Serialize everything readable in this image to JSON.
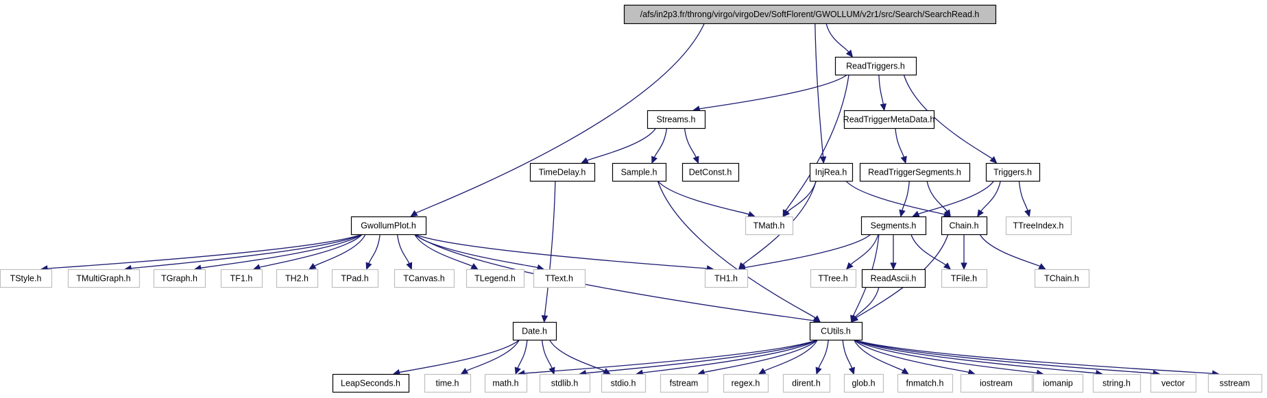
{
  "diagram": {
    "root": "/afs/in2p3.fr/throng/virgo/virgoDev/SoftFlorent/GWOLLUM/v2r1/src/Search/SearchRead.h",
    "colors": {
      "edge": "#191970",
      "root_fill": "#bfbfbf",
      "root_border": "#000000",
      "documented_border": "#000000",
      "external_border": "#bfbfbf",
      "external_text": "#000000"
    },
    "nodes": [
      {
        "id": "root",
        "label": "/afs/in2p3.fr/throng/virgo/virgoDev/SoftFlorent/GWOLLUM/v2r1/src/Search/SearchRead.h",
        "kind": "root"
      },
      {
        "id": "readtriggers",
        "label": "ReadTriggers.h",
        "kind": "documented"
      },
      {
        "id": "streams",
        "label": "Streams.h",
        "kind": "documented"
      },
      {
        "id": "readtriggermetadata",
        "label": "ReadTriggerMetaData.h",
        "kind": "documented"
      },
      {
        "id": "timedelay",
        "label": "TimeDelay.h",
        "kind": "documented"
      },
      {
        "id": "sample",
        "label": "Sample.h",
        "kind": "documented"
      },
      {
        "id": "detconst",
        "label": "DetConst.h",
        "kind": "documented"
      },
      {
        "id": "injrea",
        "label": "InjRea.h",
        "kind": "documented"
      },
      {
        "id": "readtriggersegments",
        "label": "ReadTriggerSegments.h",
        "kind": "documented"
      },
      {
        "id": "triggers",
        "label": "Triggers.h",
        "kind": "documented"
      },
      {
        "id": "gwollumplot",
        "label": "GwollumPlot.h",
        "kind": "documented"
      },
      {
        "id": "tmath",
        "label": "TMath.h",
        "kind": "external"
      },
      {
        "id": "segments",
        "label": "Segments.h",
        "kind": "documented"
      },
      {
        "id": "chain",
        "label": "Chain.h",
        "kind": "documented"
      },
      {
        "id": "ttreeindex",
        "label": "TTreeIndex.h",
        "kind": "external"
      },
      {
        "id": "tstyle",
        "label": "TStyle.h",
        "kind": "external"
      },
      {
        "id": "tmultigraph",
        "label": "TMultiGraph.h",
        "kind": "external"
      },
      {
        "id": "tgraph",
        "label": "TGraph.h",
        "kind": "external"
      },
      {
        "id": "tf1",
        "label": "TF1.h",
        "kind": "external"
      },
      {
        "id": "th2",
        "label": "TH2.h",
        "kind": "external"
      },
      {
        "id": "tpad",
        "label": "TPad.h",
        "kind": "external"
      },
      {
        "id": "tcanvas",
        "label": "TCanvas.h",
        "kind": "external"
      },
      {
        "id": "tlegend",
        "label": "TLegend.h",
        "kind": "external"
      },
      {
        "id": "ttext",
        "label": "TText.h",
        "kind": "external"
      },
      {
        "id": "th1",
        "label": "TH1.h",
        "kind": "external"
      },
      {
        "id": "ttree",
        "label": "TTree.h",
        "kind": "external"
      },
      {
        "id": "readascii",
        "label": "ReadAscii.h",
        "kind": "documented"
      },
      {
        "id": "tfile",
        "label": "TFile.h",
        "kind": "external"
      },
      {
        "id": "tchain",
        "label": "TChain.h",
        "kind": "external"
      },
      {
        "id": "date",
        "label": "Date.h",
        "kind": "documented"
      },
      {
        "id": "cutils",
        "label": "CUtils.h",
        "kind": "documented"
      },
      {
        "id": "leapseconds",
        "label": "LeapSeconds.h",
        "kind": "documented"
      },
      {
        "id": "timeh",
        "label": "time.h",
        "kind": "external"
      },
      {
        "id": "mathh",
        "label": "math.h",
        "kind": "external"
      },
      {
        "id": "stdlibh",
        "label": "stdlib.h",
        "kind": "external"
      },
      {
        "id": "stdioh",
        "label": "stdio.h",
        "kind": "external"
      },
      {
        "id": "fstream",
        "label": "fstream",
        "kind": "external"
      },
      {
        "id": "regexh",
        "label": "regex.h",
        "kind": "external"
      },
      {
        "id": "direnth",
        "label": "dirent.h",
        "kind": "external"
      },
      {
        "id": "globh",
        "label": "glob.h",
        "kind": "external"
      },
      {
        "id": "fnmatchh",
        "label": "fnmatch.h",
        "kind": "external"
      },
      {
        "id": "iostream",
        "label": "iostream",
        "kind": "external"
      },
      {
        "id": "iomanip",
        "label": "iomanip",
        "kind": "external"
      },
      {
        "id": "stringh",
        "label": "string.h",
        "kind": "external"
      },
      {
        "id": "vector",
        "label": "vector",
        "kind": "external"
      },
      {
        "id": "sstream",
        "label": "sstream",
        "kind": "external"
      }
    ],
    "edges": [
      [
        "root",
        "readtriggers"
      ],
      [
        "root",
        "injrea"
      ],
      [
        "root",
        "gwollumplot"
      ],
      [
        "readtriggers",
        "streams"
      ],
      [
        "readtriggers",
        "readtriggermetadata"
      ],
      [
        "readtriggers",
        "triggers"
      ],
      [
        "readtriggers",
        "tmath"
      ],
      [
        "streams",
        "timedelay"
      ],
      [
        "streams",
        "sample"
      ],
      [
        "streams",
        "detconst"
      ],
      [
        "readtriggermetadata",
        "readtriggersegments"
      ],
      [
        "readtriggersegments",
        "segments"
      ],
      [
        "readtriggersegments",
        "chain"
      ],
      [
        "triggers",
        "segments"
      ],
      [
        "triggers",
        "chain"
      ],
      [
        "triggers",
        "ttreeindex"
      ],
      [
        "injrea",
        "tmath"
      ],
      [
        "injrea",
        "chain"
      ],
      [
        "injrea",
        "th1"
      ],
      [
        "sample",
        "tmath"
      ],
      [
        "sample",
        "cutils"
      ],
      [
        "timedelay",
        "date"
      ],
      [
        "segments",
        "th1"
      ],
      [
        "segments",
        "ttree"
      ],
      [
        "segments",
        "readascii"
      ],
      [
        "segments",
        "tfile"
      ],
      [
        "segments",
        "cutils"
      ],
      [
        "chain",
        "tfile"
      ],
      [
        "chain",
        "tchain"
      ],
      [
        "chain",
        "cutils"
      ],
      [
        "readascii",
        "cutils"
      ],
      [
        "gwollumplot",
        "tstyle"
      ],
      [
        "gwollumplot",
        "tmultigraph"
      ],
      [
        "gwollumplot",
        "tgraph"
      ],
      [
        "gwollumplot",
        "tf1"
      ],
      [
        "gwollumplot",
        "th2"
      ],
      [
        "gwollumplot",
        "tpad"
      ],
      [
        "gwollumplot",
        "tcanvas"
      ],
      [
        "gwollumplot",
        "tlegend"
      ],
      [
        "gwollumplot",
        "ttext"
      ],
      [
        "gwollumplot",
        "th1"
      ],
      [
        "gwollumplot",
        "cutils"
      ],
      [
        "date",
        "leapseconds"
      ],
      [
        "date",
        "timeh"
      ],
      [
        "date",
        "mathh"
      ],
      [
        "date",
        "stdlibh"
      ],
      [
        "date",
        "stdioh"
      ],
      [
        "cutils",
        "mathh"
      ],
      [
        "cutils",
        "stdlibh"
      ],
      [
        "cutils",
        "stdioh"
      ],
      [
        "cutils",
        "fstream"
      ],
      [
        "cutils",
        "regexh"
      ],
      [
        "cutils",
        "direnth"
      ],
      [
        "cutils",
        "globh"
      ],
      [
        "cutils",
        "fnmatchh"
      ],
      [
        "cutils",
        "iostream"
      ],
      [
        "cutils",
        "iomanip"
      ],
      [
        "cutils",
        "stringh"
      ],
      [
        "cutils",
        "vector"
      ],
      [
        "cutils",
        "sstream"
      ]
    ]
  }
}
